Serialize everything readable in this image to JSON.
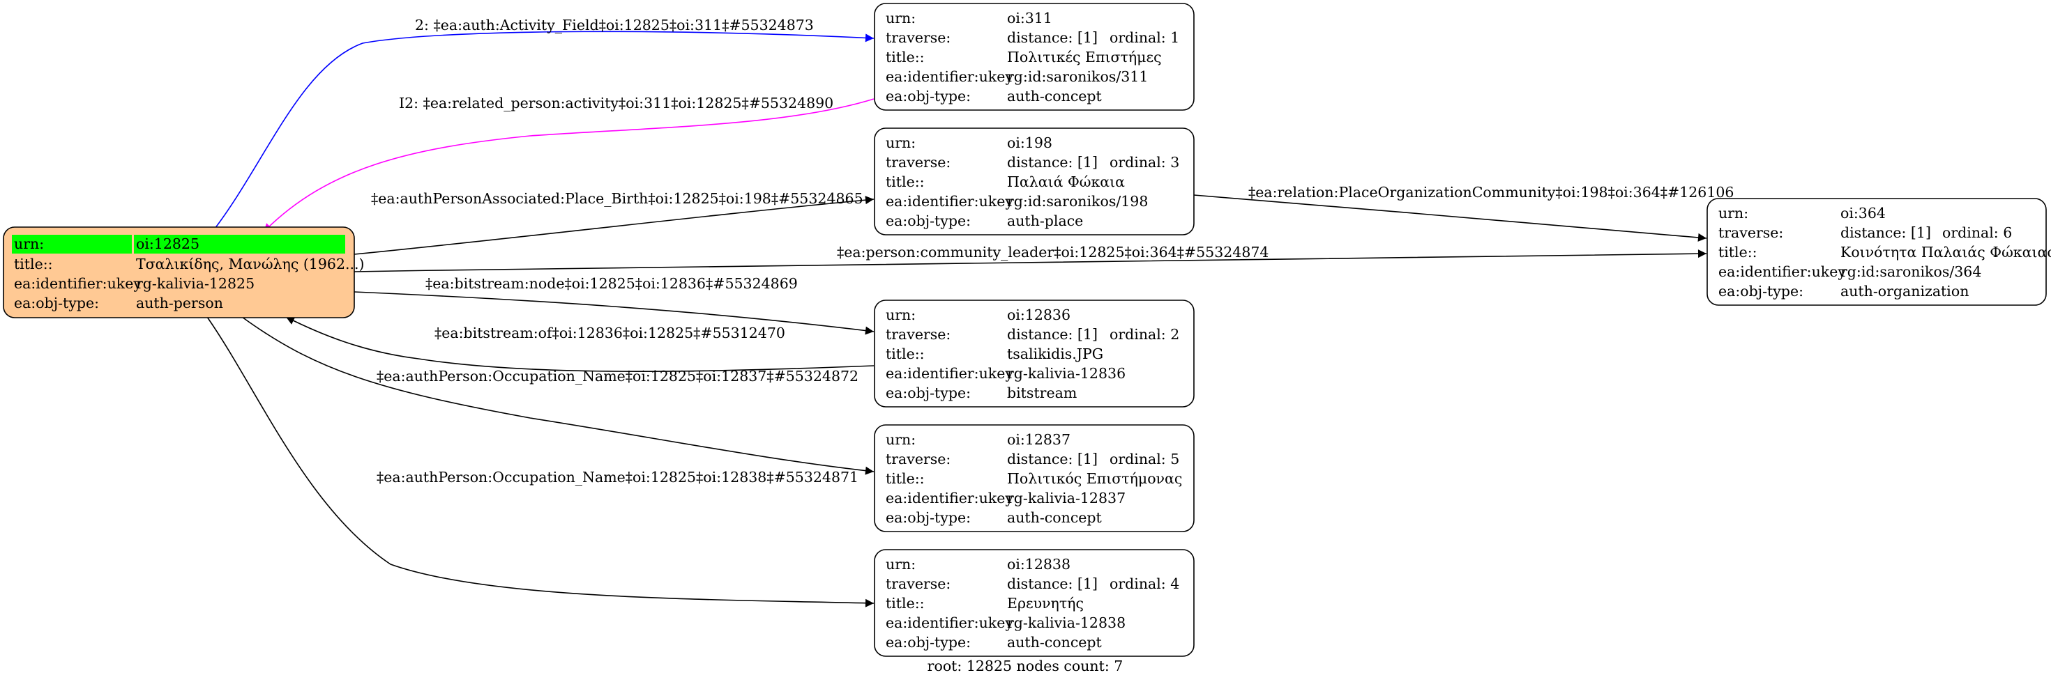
{
  "graph": {
    "footer": "root: 12825 nodes count: 7",
    "colors": {
      "root_fill": "#ffc994",
      "root_highlight": "#00ff00",
      "node_fill": "#ffffff",
      "stroke": "#000000",
      "edge_default": "#000000",
      "edge_auth": "#0000ff",
      "edge_related": "#ff00ff"
    },
    "nodes": [
      {
        "id": "n12825",
        "root": true,
        "rows": [
          {
            "key": "urn:",
            "value": "oi:12825"
          },
          {
            "key": "title::",
            "value": "Τσαλικίδης, Μανώλης (1962...)"
          },
          {
            "key": "ea:identifier:ukey",
            "value": "rg-kalivia-12825"
          },
          {
            "key": "ea:obj-type:",
            "value": "auth-person"
          }
        ]
      },
      {
        "id": "n311",
        "rows": [
          {
            "key": "urn:",
            "value": "oi:311"
          },
          {
            "key": "traverse:",
            "value": "distance: [1]",
            "extra": "ordinal: 1"
          },
          {
            "key": "title::",
            "value": "Πολιτικές Επιστήμες"
          },
          {
            "key": "ea:identifier:ukey",
            "value": "rg:id:saronikos/311"
          },
          {
            "key": "ea:obj-type:",
            "value": "auth-concept"
          }
        ]
      },
      {
        "id": "n198",
        "rows": [
          {
            "key": "urn:",
            "value": "oi:198"
          },
          {
            "key": "traverse:",
            "value": "distance: [1]",
            "extra": "ordinal: 3"
          },
          {
            "key": "title::",
            "value": "Παλαιά Φώκαια"
          },
          {
            "key": "ea:identifier:ukey",
            "value": "rg:id:saronikos/198"
          },
          {
            "key": "ea:obj-type:",
            "value": "auth-place"
          }
        ]
      },
      {
        "id": "n364",
        "rows": [
          {
            "key": "urn:",
            "value": "oi:364"
          },
          {
            "key": "traverse:",
            "value": "distance: [1]",
            "extra": "ordinal: 6"
          },
          {
            "key": "title::",
            "value": "Κοινότητα Παλαιάς Φώκαιας"
          },
          {
            "key": "ea:identifier:ukey",
            "value": "rg:id:saronikos/364"
          },
          {
            "key": "ea:obj-type:",
            "value": "auth-organization"
          }
        ]
      },
      {
        "id": "n12836",
        "rows": [
          {
            "key": "urn:",
            "value": "oi:12836"
          },
          {
            "key": "traverse:",
            "value": "distance: [1]",
            "extra": "ordinal: 2"
          },
          {
            "key": "title::",
            "value": "tsalikidis.JPG"
          },
          {
            "key": "ea:identifier:ukey",
            "value": "rg-kalivia-12836"
          },
          {
            "key": "ea:obj-type:",
            "value": "bitstream"
          }
        ]
      },
      {
        "id": "n12837",
        "rows": [
          {
            "key": "urn:",
            "value": "oi:12837"
          },
          {
            "key": "traverse:",
            "value": "distance: [1]",
            "extra": "ordinal: 5"
          },
          {
            "key": "title::",
            "value": "Πολιτικός Επιστήμονας"
          },
          {
            "key": "ea:identifier:ukey",
            "value": "rg-kalivia-12837"
          },
          {
            "key": "ea:obj-type:",
            "value": "auth-concept"
          }
        ]
      },
      {
        "id": "n12838",
        "rows": [
          {
            "key": "urn:",
            "value": "oi:12838"
          },
          {
            "key": "traverse:",
            "value": "distance: [1]",
            "extra": "ordinal: 4"
          },
          {
            "key": "title::",
            "value": "Ερευνητής"
          },
          {
            "key": "ea:identifier:ukey",
            "value": "rg-kalivia-12838"
          },
          {
            "key": "ea:obj-type:",
            "value": "auth-concept"
          }
        ]
      }
    ],
    "edges": [
      {
        "id": "e1",
        "from": "n12825",
        "to": "n311",
        "color": "#0000ff",
        "label": "2: ‡ea:auth:Activity_Field‡oi:12825‡oi:311‡#55324873"
      },
      {
        "id": "e2",
        "from": "n311",
        "to": "n12825",
        "color": "#ff00ff",
        "label": "I2: ‡ea:related_person:activity‡oi:311‡oi:12825‡#55324890"
      },
      {
        "id": "e3",
        "from": "n12825",
        "to": "n198",
        "color": "#000000",
        "label": "‡ea:authPersonAssociated:Place_Birth‡oi:12825‡oi:198‡#55324865"
      },
      {
        "id": "e4",
        "from": "n198",
        "to": "n364",
        "color": "#000000",
        "label": "‡ea:relation:PlaceOrganizationCommunity‡oi:198‡oi:364‡#126106"
      },
      {
        "id": "e5",
        "from": "n12825",
        "to": "n364",
        "color": "#000000",
        "label": "‡ea:person:community_leader‡oi:12825‡oi:364‡#55324874"
      },
      {
        "id": "e6",
        "from": "n12825",
        "to": "n12836",
        "color": "#000000",
        "label": "‡ea:bitstream:node‡oi:12825‡oi:12836‡#55324869"
      },
      {
        "id": "e7",
        "from": "n12836",
        "to": "n12825",
        "color": "#000000",
        "label": "‡ea:bitstream:of‡oi:12836‡oi:12825‡#55312470"
      },
      {
        "id": "e8",
        "from": "n12825",
        "to": "n12837",
        "color": "#000000",
        "label": "‡ea:authPerson:Occupation_Name‡oi:12825‡oi:12837‡#55324872"
      },
      {
        "id": "e9",
        "from": "n12825",
        "to": "n12838",
        "color": "#000000",
        "label": "‡ea:authPerson:Occupation_Name‡oi:12825‡oi:12838‡#55324871"
      }
    ]
  }
}
